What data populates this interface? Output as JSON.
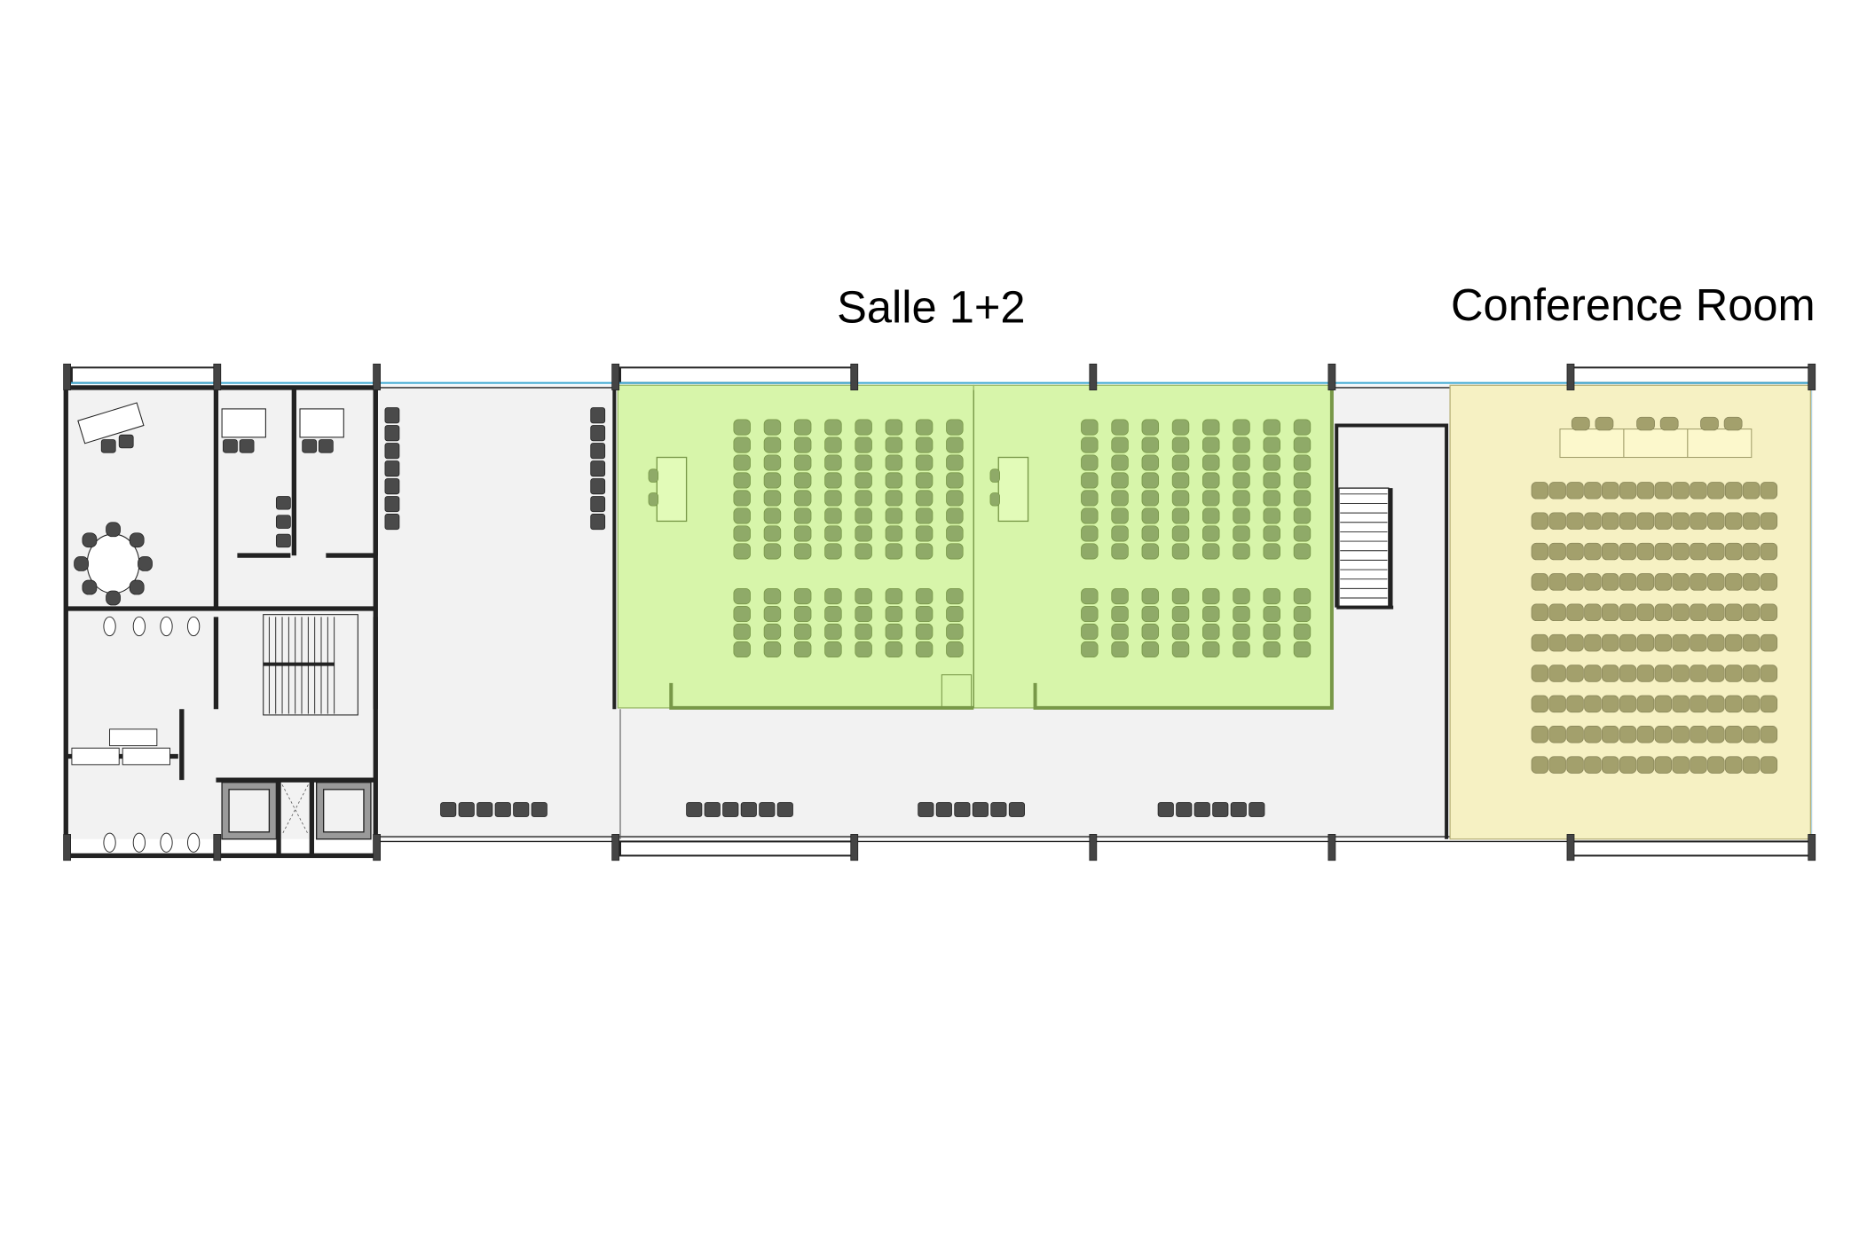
{
  "labels": {
    "salle": "Salle 1+2",
    "conference": "Conference Room"
  },
  "colors": {
    "floor": "#f2f2f2",
    "wall": "#222222",
    "salle_fill": "#d7f5aa",
    "salle_border": "#789848",
    "salle_chair": "#8faa68",
    "conference_fill": "#f6f1c3",
    "conference_chair": "#a3a06c",
    "chair_dark": "#4a4a4a",
    "glass": "#3aa6d0"
  },
  "seating": {
    "salle_1": {
      "columns": 8,
      "front_rows": 8,
      "back_rows": 4
    },
    "salle_2": {
      "columns": 8,
      "front_rows": 8,
      "back_rows": 4
    },
    "conference": {
      "columns": 14,
      "rows": 10,
      "head_table_segments": 3,
      "head_table_chairs": 6
    }
  }
}
